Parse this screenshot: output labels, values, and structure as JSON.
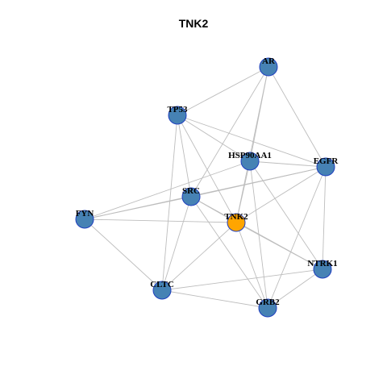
{
  "title": "TNK2",
  "colors": {
    "default_node": "#4682b4",
    "center_node": "#ffa500",
    "node_border": "#1f3fbf",
    "edge": "#bdbdbd"
  },
  "nodes": [
    {
      "id": "AR",
      "label": "AR",
      "center": false
    },
    {
      "id": "TP53",
      "label": "TP53",
      "center": false
    },
    {
      "id": "HSP90AA1",
      "label": "HSP90AA1",
      "center": false
    },
    {
      "id": "EGFR",
      "label": "EGFR",
      "center": false
    },
    {
      "id": "SRC",
      "label": "SRC",
      "center": false
    },
    {
      "id": "FYN",
      "label": "FYN",
      "center": false
    },
    {
      "id": "TNK2",
      "label": "TNK2",
      "center": true
    },
    {
      "id": "NTRK1",
      "label": "NTRK1",
      "center": false
    },
    {
      "id": "CLTC",
      "label": "CLTC",
      "center": false
    },
    {
      "id": "GRB2",
      "label": "GRB2",
      "center": false
    }
  ],
  "edges": [
    [
      "AR",
      "TP53"
    ],
    [
      "AR",
      "HSP90AA1"
    ],
    [
      "AR",
      "TNK2"
    ],
    [
      "AR",
      "EGFR"
    ],
    [
      "AR",
      "SRC"
    ],
    [
      "TP53",
      "HSP90AA1"
    ],
    [
      "TP53",
      "EGFR"
    ],
    [
      "TP53",
      "SRC"
    ],
    [
      "TP53",
      "TNK2"
    ],
    [
      "TP53",
      "CLTC"
    ],
    [
      "HSP90AA1",
      "EGFR"
    ],
    [
      "HSP90AA1",
      "FYN"
    ],
    [
      "HSP90AA1",
      "TNK2"
    ],
    [
      "HSP90AA1",
      "NTRK1"
    ],
    [
      "HSP90AA1",
      "GRB2"
    ],
    [
      "EGFR",
      "SRC"
    ],
    [
      "EGFR",
      "TNK2"
    ],
    [
      "EGFR",
      "NTRK1"
    ],
    [
      "EGFR",
      "GRB2"
    ],
    [
      "EGFR",
      "FYN"
    ],
    [
      "SRC",
      "FYN"
    ],
    [
      "SRC",
      "TNK2"
    ],
    [
      "SRC",
      "CLTC"
    ],
    [
      "SRC",
      "GRB2"
    ],
    [
      "FYN",
      "TNK2"
    ],
    [
      "FYN",
      "CLTC"
    ],
    [
      "TNK2",
      "NTRK1"
    ],
    [
      "TNK2",
      "CLTC"
    ],
    [
      "TNK2",
      "GRB2"
    ],
    [
      "NTRK1",
      "CLTC"
    ],
    [
      "NTRK1",
      "GRB2"
    ],
    [
      "SRC",
      "NTRK1"
    ],
    [
      "CLTC",
      "GRB2"
    ]
  ]
}
